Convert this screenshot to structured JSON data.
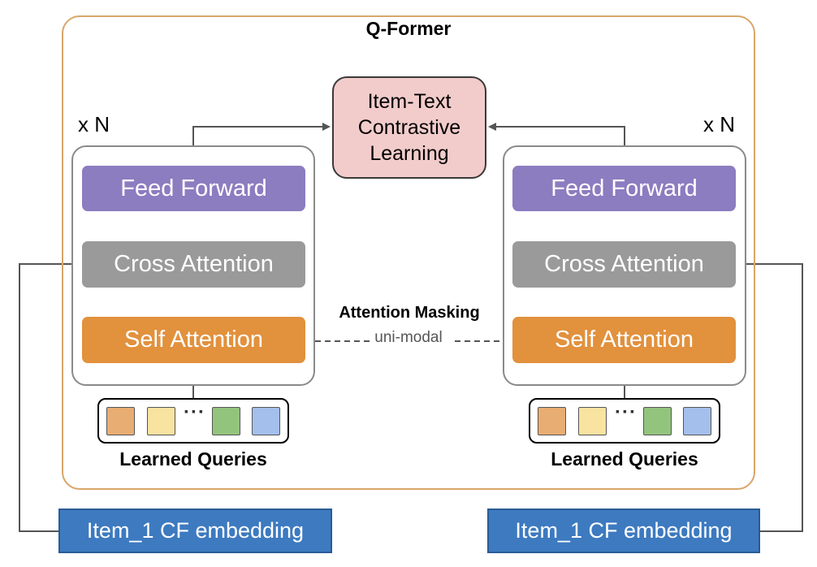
{
  "title": "Q-Former",
  "contrastive_box": {
    "lines": [
      "Item-Text",
      "Contrastive",
      "Learning"
    ]
  },
  "attention_masking": {
    "title": "Attention Masking",
    "mode": "uni-modal"
  },
  "left_stack": {
    "repeat": "x N",
    "layers": [
      "Feed Forward",
      "Cross Attention",
      "Self Attention"
    ],
    "queries_label": "Learned Queries",
    "queries_ellipsis": "···",
    "embedding": "Item_1 CF embedding"
  },
  "right_stack": {
    "repeat": "x N",
    "layers": [
      "Feed Forward",
      "Cross Attention",
      "Self Attention"
    ],
    "queries_label": "Learned Queries",
    "queries_ellipsis": "···",
    "embedding": "Item_1 CF embedding"
  },
  "colors": {
    "feed_forward": "#8c7cc0",
    "cross_attention": "#9a9a9a",
    "self_attention": "#e2913d",
    "contrastive": "#f2cccb",
    "embedding": "#3d7ac0",
    "frame": "#d8a66a",
    "query_tokens": [
      "#e8ad72",
      "#f8e3a0",
      "#93c47d",
      "#a4bfec"
    ]
  }
}
